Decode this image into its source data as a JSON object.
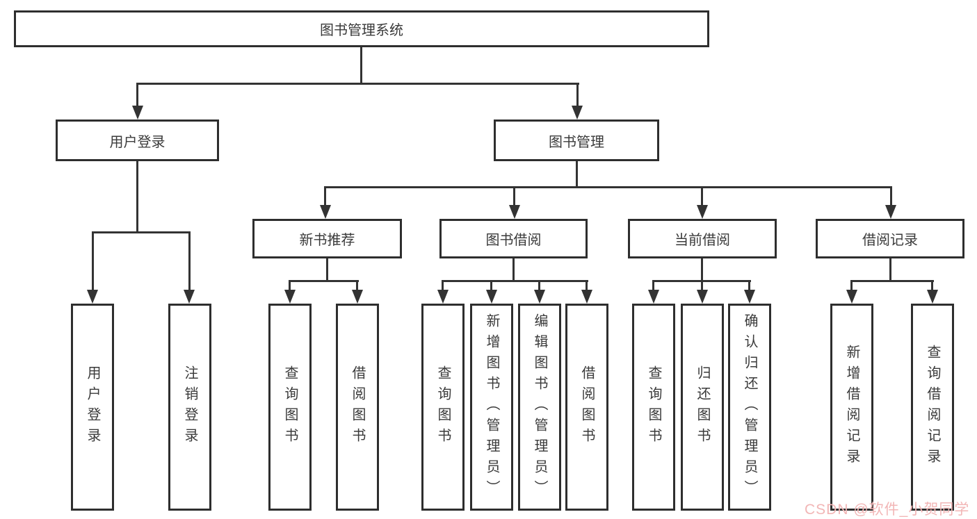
{
  "diagram": {
    "root": {
      "label": "图书管理系统"
    },
    "children": [
      {
        "label": "用户登录",
        "children": [
          {
            "label": "用户登录"
          },
          {
            "label": "注销登录"
          }
        ]
      },
      {
        "label": "图书管理",
        "children": [
          {
            "label": "新书推荐",
            "children": [
              {
                "label": "查询图书"
              },
              {
                "label": "借阅图书"
              }
            ]
          },
          {
            "label": "图书借阅",
            "children": [
              {
                "label": "查询图书"
              },
              {
                "label": "新增图书（管理员）"
              },
              {
                "label": "编辑图书（管理员）"
              },
              {
                "label": "借阅图书"
              }
            ]
          },
          {
            "label": "当前借阅",
            "children": [
              {
                "label": "查询图书"
              },
              {
                "label": "归还图书"
              },
              {
                "label": "确认归还（管理员）"
              }
            ]
          },
          {
            "label": "借阅记录",
            "children": [
              {
                "label": "新增借阅记录"
              },
              {
                "label": "查询借阅记录"
              }
            ]
          }
        ]
      }
    ]
  },
  "watermark": {
    "text": "CSDN @软件_小贺同学",
    "color": "#f2b6b6"
  },
  "colors": {
    "line": "#333333",
    "border": "#2e2e2e",
    "text": "#3a3a3a",
    "background": "#ffffff"
  }
}
